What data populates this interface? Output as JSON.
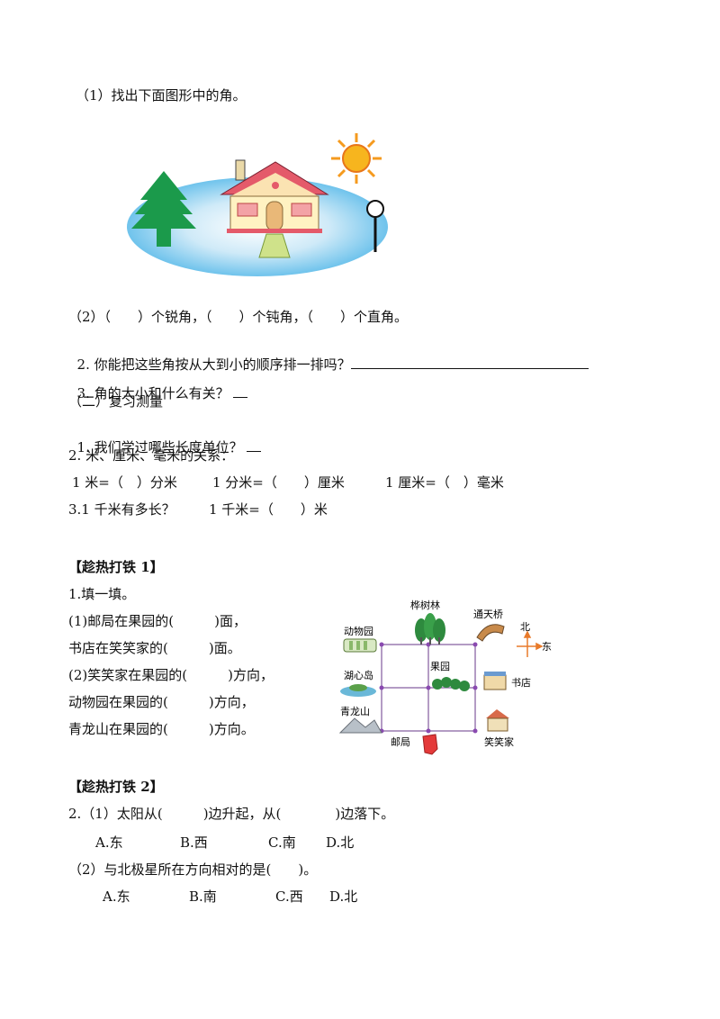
{
  "section1": {
    "q1_prompt": "（1）找出下面图形中的角。",
    "q1_2": "（2）（　　）个锐角，（　　）个钝角，（　　）个直角。",
    "q2": "2. 你能把这些角按从大到小的顺序排一排吗？",
    "q3": "3. 角的大小和什么有关？"
  },
  "section2": {
    "title": "（二）复习测量",
    "q1": "1. 我们学过哪些长度单位？",
    "q2": "2. 米、厘米、毫米的关系：",
    "conv_1": "1 米=（　）分米",
    "conv_2": "1 分米=（　　）厘米",
    "conv_3": "1 厘米=（　）毫米",
    "q3": "3.1 千米有多长？",
    "conv_4": "1 千米=（　　）米"
  },
  "exercise1": {
    "title": "【趁热打铁 1】",
    "prompt": "1.填一填。",
    "l1": "(1)邮局在果园的(　　　)面，",
    "l2": "书店在笑笑家的(　　　)面。",
    "l3": "(2)笑笑家在果园的(　　　)方向，",
    "l4": "动物园在果园的(　　　)方向，",
    "l5": "青龙山在果园的(　　　)方向。",
    "map": {
      "birch": "桦树林",
      "bridge": "通天桥",
      "zoo": "动物园",
      "north": "北",
      "east": "东",
      "island": "湖心岛",
      "orchard": "果园",
      "bookstore": "书店",
      "mountain": "青龙山",
      "home": "笑笑家",
      "post": "邮局"
    }
  },
  "exercise2": {
    "title": "【趁热打铁 2】",
    "q1": "2.（1）太阳从(　　　)边升起，从(　　　　)边落下。",
    "q1_options": [
      "A.东",
      "B.西",
      "C.南",
      "D.北"
    ],
    "q2": "（2）与北极星所在方向相对的是(　　)。",
    "q2_options": [
      "A.东",
      "B.南",
      "C.西",
      "D.北"
    ]
  }
}
